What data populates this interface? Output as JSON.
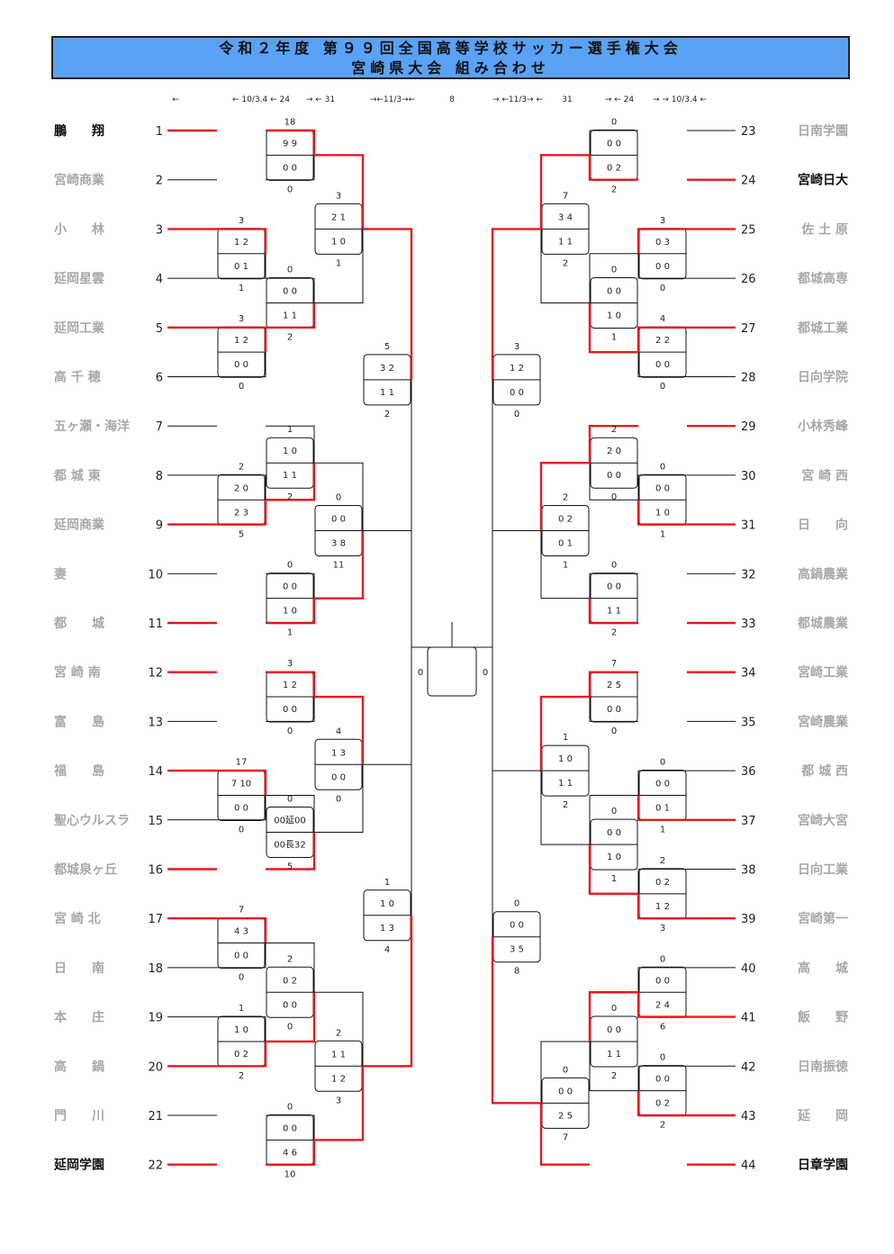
{
  "title": {
    "line1": "令和２年度 第９９回全国高等学校サッカー選手権大会",
    "line2": "宮崎県大会 組み合わせ"
  },
  "date_header": [
    "←",
    "← 10/3.4 ← 24",
    "→ ← 31",
    "→←11/3→←",
    "8",
    "→ ←11/3→ ←",
    "31",
    "→ ← 24",
    "→ → 10/3.4 ←"
  ],
  "colors": {
    "win": "#e8191f",
    "line": "#111111",
    "title_bg": "#5aa2f5"
  },
  "teams_left": [
    {
      "no": "1",
      "name": "鵬　　翔"
    },
    {
      "no": "2",
      "name": "宮崎商業"
    },
    {
      "no": "3",
      "name": "小　　林"
    },
    {
      "no": "4",
      "name": "延岡星雲"
    },
    {
      "no": "5",
      "name": "延岡工業"
    },
    {
      "no": "6",
      "name": "高 千 穂"
    },
    {
      "no": "7",
      "name": "五ヶ瀬・海洋"
    },
    {
      "no": "8",
      "name": "都 城 東"
    },
    {
      "no": "9",
      "name": "延岡商業"
    },
    {
      "no": "10",
      "name": "妻"
    },
    {
      "no": "11",
      "name": "都　　城"
    },
    {
      "no": "12",
      "name": "宮 崎 南"
    },
    {
      "no": "13",
      "name": "富　　島"
    },
    {
      "no": "14",
      "name": "福　　島"
    },
    {
      "no": "15",
      "name": "聖心ウルスラ"
    },
    {
      "no": "16",
      "name": "都城泉ヶ丘"
    },
    {
      "no": "17",
      "name": "宮 崎 北"
    },
    {
      "no": "18",
      "name": "日　　南"
    },
    {
      "no": "19",
      "name": "本　　庄"
    },
    {
      "no": "20",
      "name": "高　　鍋"
    },
    {
      "no": "21",
      "name": "門　　川"
    },
    {
      "no": "22",
      "name": "延岡学園"
    }
  ],
  "teams_right": [
    {
      "no": "23",
      "name": "日南学園"
    },
    {
      "no": "24",
      "name": "宮崎日大"
    },
    {
      "no": "25",
      "name": "佐 土 原"
    },
    {
      "no": "26",
      "name": "都城高専"
    },
    {
      "no": "27",
      "name": "都城工業"
    },
    {
      "no": "28",
      "name": "日向学院"
    },
    {
      "no": "29",
      "name": "小林秀峰"
    },
    {
      "no": "30",
      "name": "宮 崎 西"
    },
    {
      "no": "31",
      "name": "日　　向"
    },
    {
      "no": "32",
      "name": "高鍋農業"
    },
    {
      "no": "33",
      "name": "都城農業"
    },
    {
      "no": "34",
      "name": "宮崎工業"
    },
    {
      "no": "35",
      "name": "宮崎農業"
    },
    {
      "no": "36",
      "name": "都 城 西"
    },
    {
      "no": "37",
      "name": "宮崎大宮"
    },
    {
      "no": "38",
      "name": "日向工業"
    },
    {
      "no": "39",
      "name": "宮崎第一"
    },
    {
      "no": "40",
      "name": "高　　城"
    },
    {
      "no": "41",
      "name": "飯　　野"
    },
    {
      "no": "42",
      "name": "日南振徳"
    },
    {
      "no": "43",
      "name": "延　　岡"
    },
    {
      "no": "44",
      "name": "日章学園"
    }
  ],
  "final": {
    "left_score": "0",
    "right_score": "0"
  },
  "matches": [
    {
      "side": "L",
      "r": 2,
      "a": 1,
      "b": 2,
      "win": "a",
      "top": "18",
      "s1": "9 9",
      "s2": "0 0",
      "bot": "0"
    },
    {
      "side": "L",
      "r": 1,
      "a": 3,
      "b": 4,
      "win": "a",
      "top": "3",
      "s1": "1 2",
      "s2": "0 1",
      "bot": "1"
    },
    {
      "side": "L",
      "r": 1,
      "a": 5,
      "b": 6,
      "win": "a",
      "top": "3",
      "s1": "1 2",
      "s2": "0 0",
      "bot": "0"
    },
    {
      "side": "L",
      "r": 2,
      "a": 4,
      "b": 5,
      "win": "b",
      "top": "0",
      "s1": "0 0",
      "s2": "1 1",
      "bot": "2"
    },
    {
      "side": "L",
      "r": 3,
      "a": 1.5,
      "b": 4.5,
      "win": "a",
      "top": "3",
      "s1": "2 1",
      "s2": "1 0",
      "bot": "1"
    },
    {
      "side": "L",
      "r": 1,
      "a": 8,
      "b": 9,
      "win": "b",
      "top": "2",
      "s1": "2 0",
      "s2": "2 3",
      "bot": "5"
    },
    {
      "side": "L",
      "r": 2,
      "a": 7,
      "b": 8.5,
      "win": "b",
      "top": "1",
      "s1": "1 0",
      "s2": "1 1",
      "bot": "2"
    },
    {
      "side": "L",
      "r": 2,
      "a": 10,
      "b": 11,
      "win": "b",
      "top": "0",
      "s1": "0 0",
      "s2": "1 0",
      "bot": "1"
    },
    {
      "side": "L",
      "r": 3,
      "a": 7.75,
      "b": 10.5,
      "win": "b",
      "top": "0",
      "s1": "0 0",
      "s2": "3 8",
      "bot": "11"
    },
    {
      "side": "L",
      "r": 4,
      "a": 3,
      "b": 9.125,
      "win": "a",
      "top": "5",
      "s1": "3 2",
      "s2": "1 1",
      "bot": "2"
    },
    {
      "side": "L",
      "r": 2,
      "a": 12,
      "b": 13,
      "win": "a",
      "top": "3",
      "s1": "1 2",
      "s2": "0 0",
      "bot": "0"
    },
    {
      "side": "L",
      "r": 1,
      "a": 14,
      "b": 15,
      "win": "a",
      "top": "17",
      "s1": "7 10",
      "s2": "0 0",
      "bot": "0"
    },
    {
      "side": "L",
      "r": 2,
      "a": 14.5,
      "b": 16,
      "win": "b",
      "top": "0",
      "s1": "00延00",
      "s2": "00長32",
      "bot": "5"
    },
    {
      "side": "L",
      "r": 3,
      "a": 12.5,
      "b": 15.25,
      "win": "a",
      "top": "4",
      "s1": "1 3",
      "s2": "0 0",
      "bot": "0"
    },
    {
      "side": "L",
      "r": 1,
      "a": 17,
      "b": 18,
      "win": "a",
      "top": "7",
      "s1": "4 3",
      "s2": "0 0",
      "bot": "0"
    },
    {
      "side": "L",
      "r": 1,
      "a": 19,
      "b": 20,
      "win": "b",
      "top": "1",
      "s1": "1 0",
      "s2": "0 2",
      "bot": "2"
    },
    {
      "side": "L",
      "r": 2,
      "a": 17.5,
      "b": 19.5,
      "win": "b",
      "top": "2",
      "s1": "0 2",
      "s2": "0 0",
      "bot": "0"
    },
    {
      "side": "L",
      "r": 2,
      "a": 21,
      "b": 22,
      "win": "b",
      "top": "0",
      "s1": "0 0",
      "s2": "4 6",
      "bot": "10"
    },
    {
      "side": "L",
      "r": 3,
      "a": 18.5,
      "b": 21.5,
      "win": "b",
      "top": "2",
      "s1": "1 1",
      "s2": "1 2",
      "bot": "3"
    },
    {
      "side": "L",
      "r": 4,
      "a": 13.875,
      "b": 20,
      "win": "b",
      "top": "1",
      "s1": "1 0",
      "s2": "1 3",
      "bot": "4"
    },
    {
      "side": "R",
      "r": 2,
      "a": 23,
      "b": 24,
      "win": "b",
      "top": "0",
      "s1": "0 0",
      "s2": "0 2",
      "bot": "2"
    },
    {
      "side": "R",
      "r": 1,
      "a": 25,
      "b": 26,
      "win": "a",
      "top": "3",
      "s1": "0 3",
      "s2": "0 0",
      "bot": "0"
    },
    {
      "side": "R",
      "r": 1,
      "a": 27,
      "b": 28,
      "win": "a",
      "top": "4",
      "s1": "2 2",
      "s2": "0 0",
      "bot": "0"
    },
    {
      "side": "R",
      "r": 2,
      "a": 25.5,
      "b": 27.5,
      "win": "b",
      "top": "0",
      "s1": "0 0",
      "s2": "1 0",
      "bot": "1"
    },
    {
      "side": "R",
      "r": 3,
      "a": 23.5,
      "b": 26.5,
      "win": "a",
      "top": "7",
      "s1": "3 4",
      "s2": "1 1",
      "bot": "2"
    },
    {
      "side": "R",
      "r": 1,
      "a": 30,
      "b": 31,
      "win": "b",
      "top": "0",
      "s1": "0 0",
      "s2": "1 0",
      "bot": "1"
    },
    {
      "side": "R",
      "r": 2,
      "a": 29,
      "b": 30.5,
      "win": "a",
      "top": "2",
      "s1": "2 0",
      "s2": "0 0",
      "bot": "0"
    },
    {
      "side": "R",
      "r": 2,
      "a": 32,
      "b": 33,
      "win": "b",
      "top": "0",
      "s1": "0 0",
      "s2": "1 1",
      "bot": "2"
    },
    {
      "side": "R",
      "r": 3,
      "a": 29.75,
      "b": 32.5,
      "win": "a",
      "top": "2",
      "s1": "0 2",
      "s2": "0 1",
      "bot": "1"
    },
    {
      "side": "R",
      "r": 4,
      "a": 25,
      "b": 31.125,
      "win": "a",
      "top": "3",
      "s1": "1 2",
      "s2": "0 0",
      "bot": "0"
    },
    {
      "side": "R",
      "r": 2,
      "a": 34,
      "b": 35,
      "win": "a",
      "top": "7",
      "s1": "2 5",
      "s2": "0 0",
      "bot": "0"
    },
    {
      "side": "R",
      "r": 1,
      "a": 36,
      "b": 37,
      "win": "b",
      "top": "0",
      "s1": "0 0",
      "s2": "0 1",
      "bot": "1"
    },
    {
      "side": "R",
      "r": 1,
      "a": 38,
      "b": 39,
      "win": "b",
      "top": "2",
      "s1": "0 2",
      "s2": "1 2",
      "bot": "3"
    },
    {
      "side": "R",
      "r": 2,
      "a": 36.5,
      "b": 38.5,
      "win": "b",
      "top": "0",
      "s1": "0 0",
      "s2": "1 0",
      "bot": "1"
    },
    {
      "side": "R",
      "r": 3,
      "a": 34.5,
      "b": 37.5,
      "win": "a",
      "top": "1",
      "s1": "1 0",
      "s2": "1 1",
      "bot": "2"
    },
    {
      "side": "R",
      "r": 1,
      "a": 40,
      "b": 41,
      "win": "b",
      "top": "0",
      "s1": "0 0",
      "s2": "2 4",
      "bot": "6"
    },
    {
      "side": "R",
      "r": 1,
      "a": 42,
      "b": 43,
      "win": "b",
      "top": "0",
      "s1": "0 0",
      "s2": "0 2",
      "bot": "2"
    },
    {
      "side": "R",
      "r": 2,
      "a": 40.5,
      "b": 42.5,
      "win": "a",
      "top": "0",
      "s1": "0 0",
      "s2": "1 1",
      "bot": "2"
    },
    {
      "side": "R",
      "r": 3,
      "a": 41.5,
      "b": 44,
      "win": "b",
      "top": "0",
      "s1": "0 0",
      "s2": "2 5",
      "bot": "7"
    },
    {
      "side": "R",
      "r": 4,
      "a": 36,
      "b": 42.75,
      "win": "b",
      "top": "0",
      "s1": "0 0",
      "s2": "3 5",
      "bot": "8"
    }
  ]
}
